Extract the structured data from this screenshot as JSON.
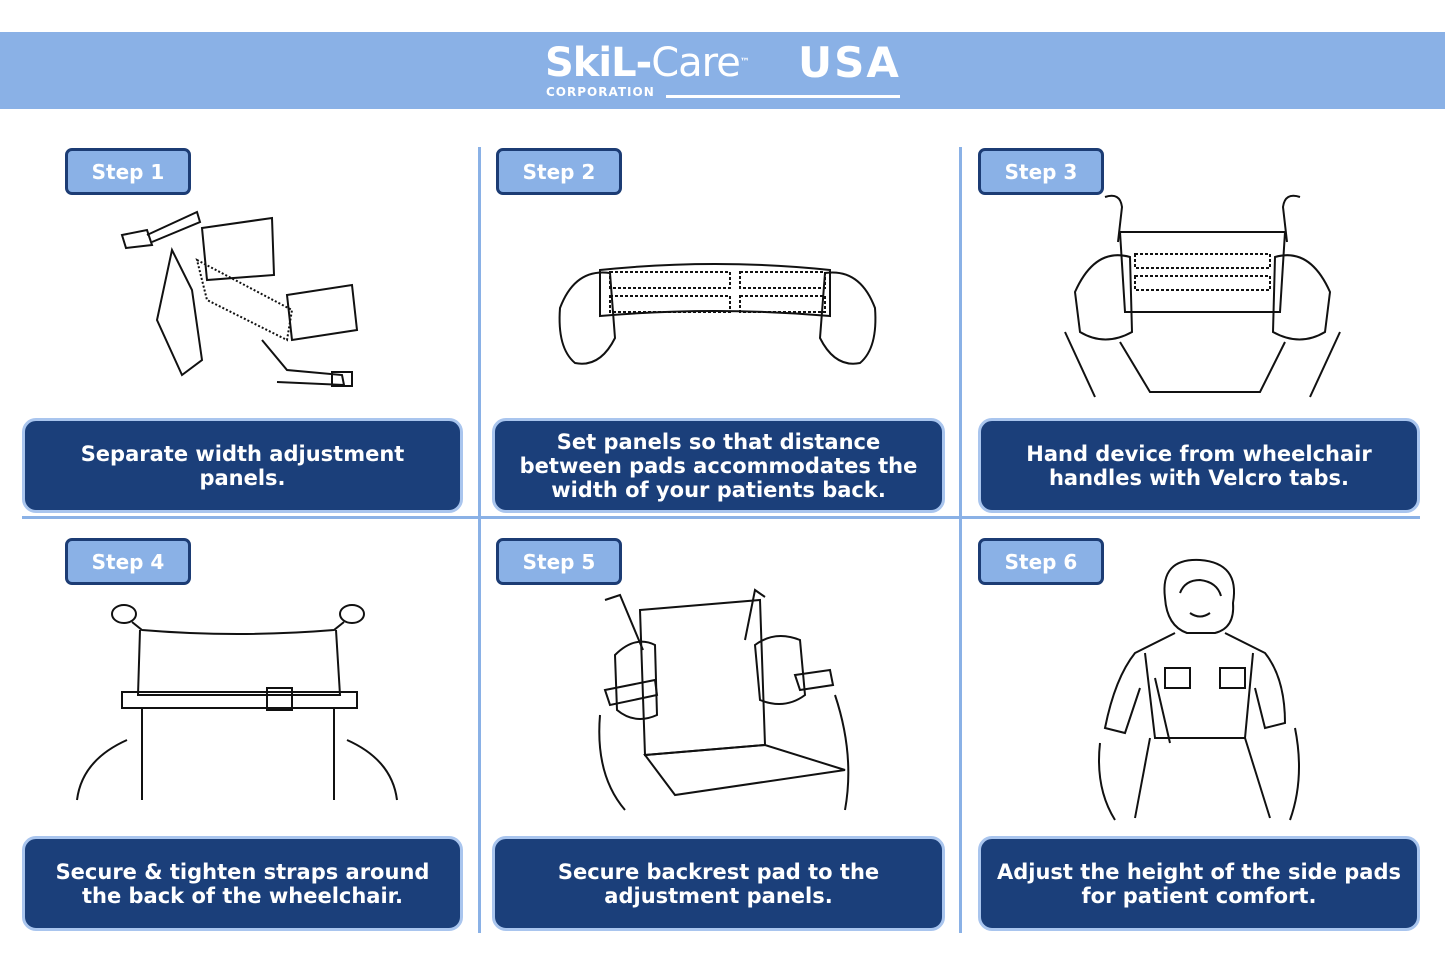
{
  "brand": {
    "name_bold": "SkiL-",
    "name_light": "Care",
    "trademark": "™",
    "country": "USA",
    "subtitle": "CORPORATION",
    "banner_color": "#8ab1e6",
    "caption_color": "#1b3f7a"
  },
  "steps": [
    {
      "label": "Step 1",
      "caption": "Separate width  adjustment\npanels."
    },
    {
      "label": "Step 2",
      "caption": "Set panels so that distance\nbetween pads accommodates the\nwidth of your patients back."
    },
    {
      "label": "Step 3",
      "caption": "Hand device from wheelchair\nhandles with Velcro tabs."
    },
    {
      "label": "Step 4",
      "caption": "Secure & tighten straps around\nthe back of the wheelchair."
    },
    {
      "label": "Step 5",
      "caption": "Secure backrest pad to the\nadjustment panels."
    },
    {
      "label": "Step 6",
      "caption": "Adjust the height of the side pads\nfor patient comfort."
    }
  ]
}
